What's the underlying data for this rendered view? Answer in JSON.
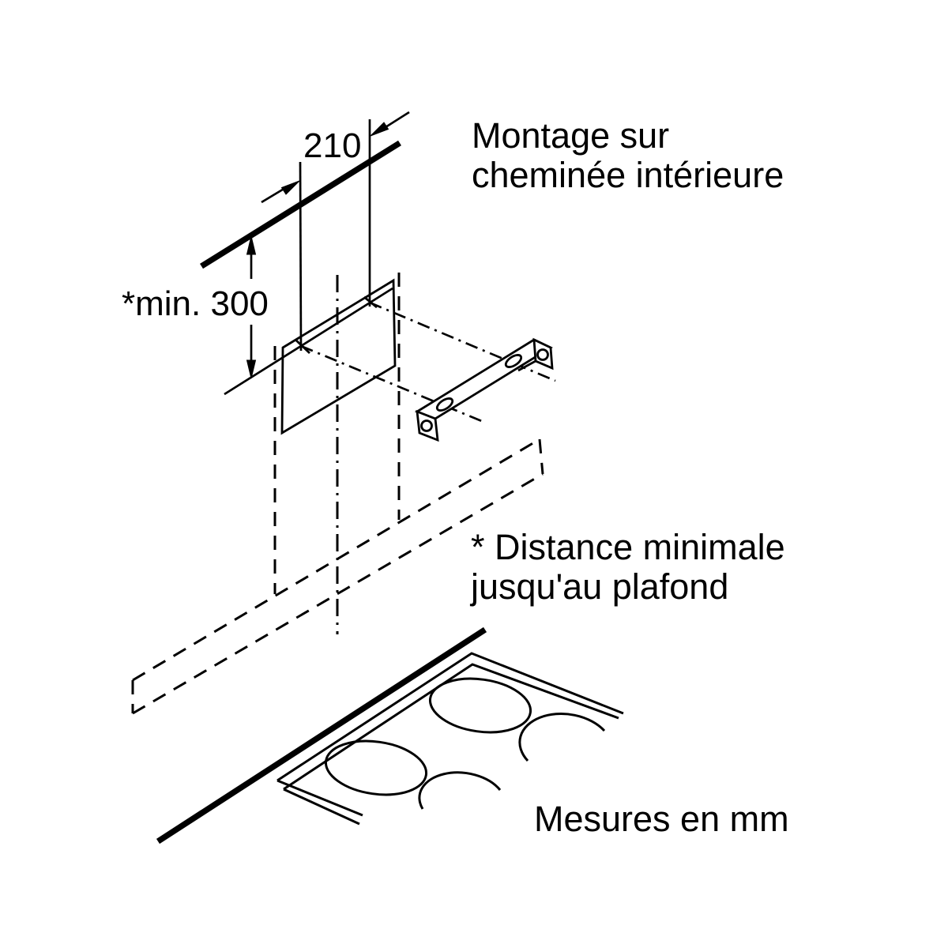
{
  "page": {
    "background": "#ffffff",
    "ink": "#000000"
  },
  "heading": {
    "line1": "Montage sur",
    "line2": "cheminée intérieure"
  },
  "dimensions": {
    "bracket_width": "210",
    "min_ceiling_distance": "*min. 300"
  },
  "footnote": {
    "line1": "* Distance minimale",
    "line2": "jusqu'au plafond"
  },
  "units_note": {
    "text": "Mesures en mm"
  }
}
